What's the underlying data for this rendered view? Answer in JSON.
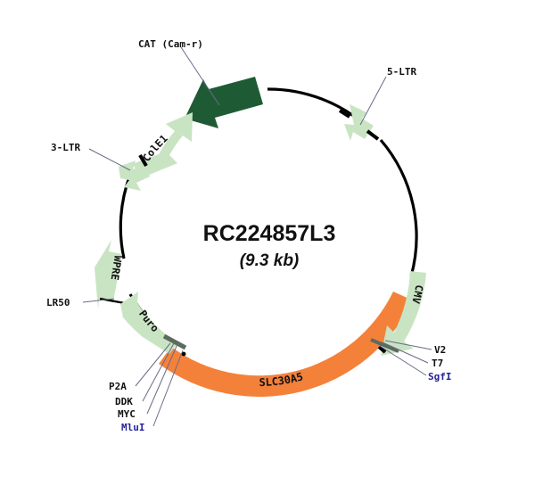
{
  "plasmid": {
    "name": "RC224857L3",
    "size": "(9.3 kb)",
    "backbone_color": "#000000",
    "insert_color": "#F4813A",
    "feature_color": "#C9E4C3",
    "cat_color": "#1E5B35",
    "enzyme_label_color": "#23239C",
    "label_color": "#111111"
  },
  "features": [
    {
      "id": "cat",
      "label": "CAT (Cam-r)",
      "on_arrow": "",
      "color": "#1E5B35",
      "kind": "dark-arrow"
    },
    {
      "id": "5ltr",
      "label": "5-LTR",
      "on_arrow": "",
      "color": "#C9E4C3",
      "kind": "small-arrow"
    },
    {
      "id": "cole1",
      "label": "",
      "on_arrow": "ColE1",
      "color": "#C9E4C3",
      "kind": "arc-arrow"
    },
    {
      "id": "3ltr",
      "label": "3-LTR",
      "on_arrow": "",
      "color": "#C9E4C3",
      "kind": "small-arrow"
    },
    {
      "id": "wpre",
      "label": "",
      "on_arrow": "WPRE",
      "color": "#C9E4C3",
      "kind": "arc-arrow"
    },
    {
      "id": "puro",
      "label": "",
      "on_arrow": "Puro",
      "color": "#C9E4C3",
      "kind": "arc-arrow"
    },
    {
      "id": "cmv",
      "label": "",
      "on_arrow": "CMV",
      "color": "#C9E4C3",
      "kind": "arc-arrow"
    },
    {
      "id": "slc30a5",
      "label": "",
      "on_arrow": "SLC30A5",
      "color": "#F4813A",
      "kind": "arc-band"
    }
  ],
  "sites": {
    "left_cluster": [
      {
        "name": "P2A",
        "type": "feature"
      },
      {
        "name": "DDK",
        "type": "feature"
      },
      {
        "name": "MYC",
        "type": "feature"
      },
      {
        "name": "MluI",
        "type": "enzyme"
      }
    ],
    "right_cluster": [
      {
        "name": "V2",
        "type": "feature"
      },
      {
        "name": "T7",
        "type": "feature"
      },
      {
        "name": "SgfI",
        "type": "enzyme"
      }
    ],
    "single": [
      {
        "name": "LR50",
        "type": "feature"
      }
    ]
  },
  "labels": {
    "cat": "CAT (Cam-r)",
    "five_ltr": "5-LTR",
    "three_ltr": "3-LTR",
    "lr50": "LR50",
    "cole1": "ColE1",
    "wpre": "WPRE",
    "puro": "Puro",
    "cmv": "CMV",
    "slc30a5": "SLC30A5",
    "p2a": "P2A",
    "ddk": "DDK",
    "myc": "MYC",
    "mlui": "MluI",
    "v2": "V2",
    "t7": "T7",
    "sgfi": "SgfI"
  }
}
